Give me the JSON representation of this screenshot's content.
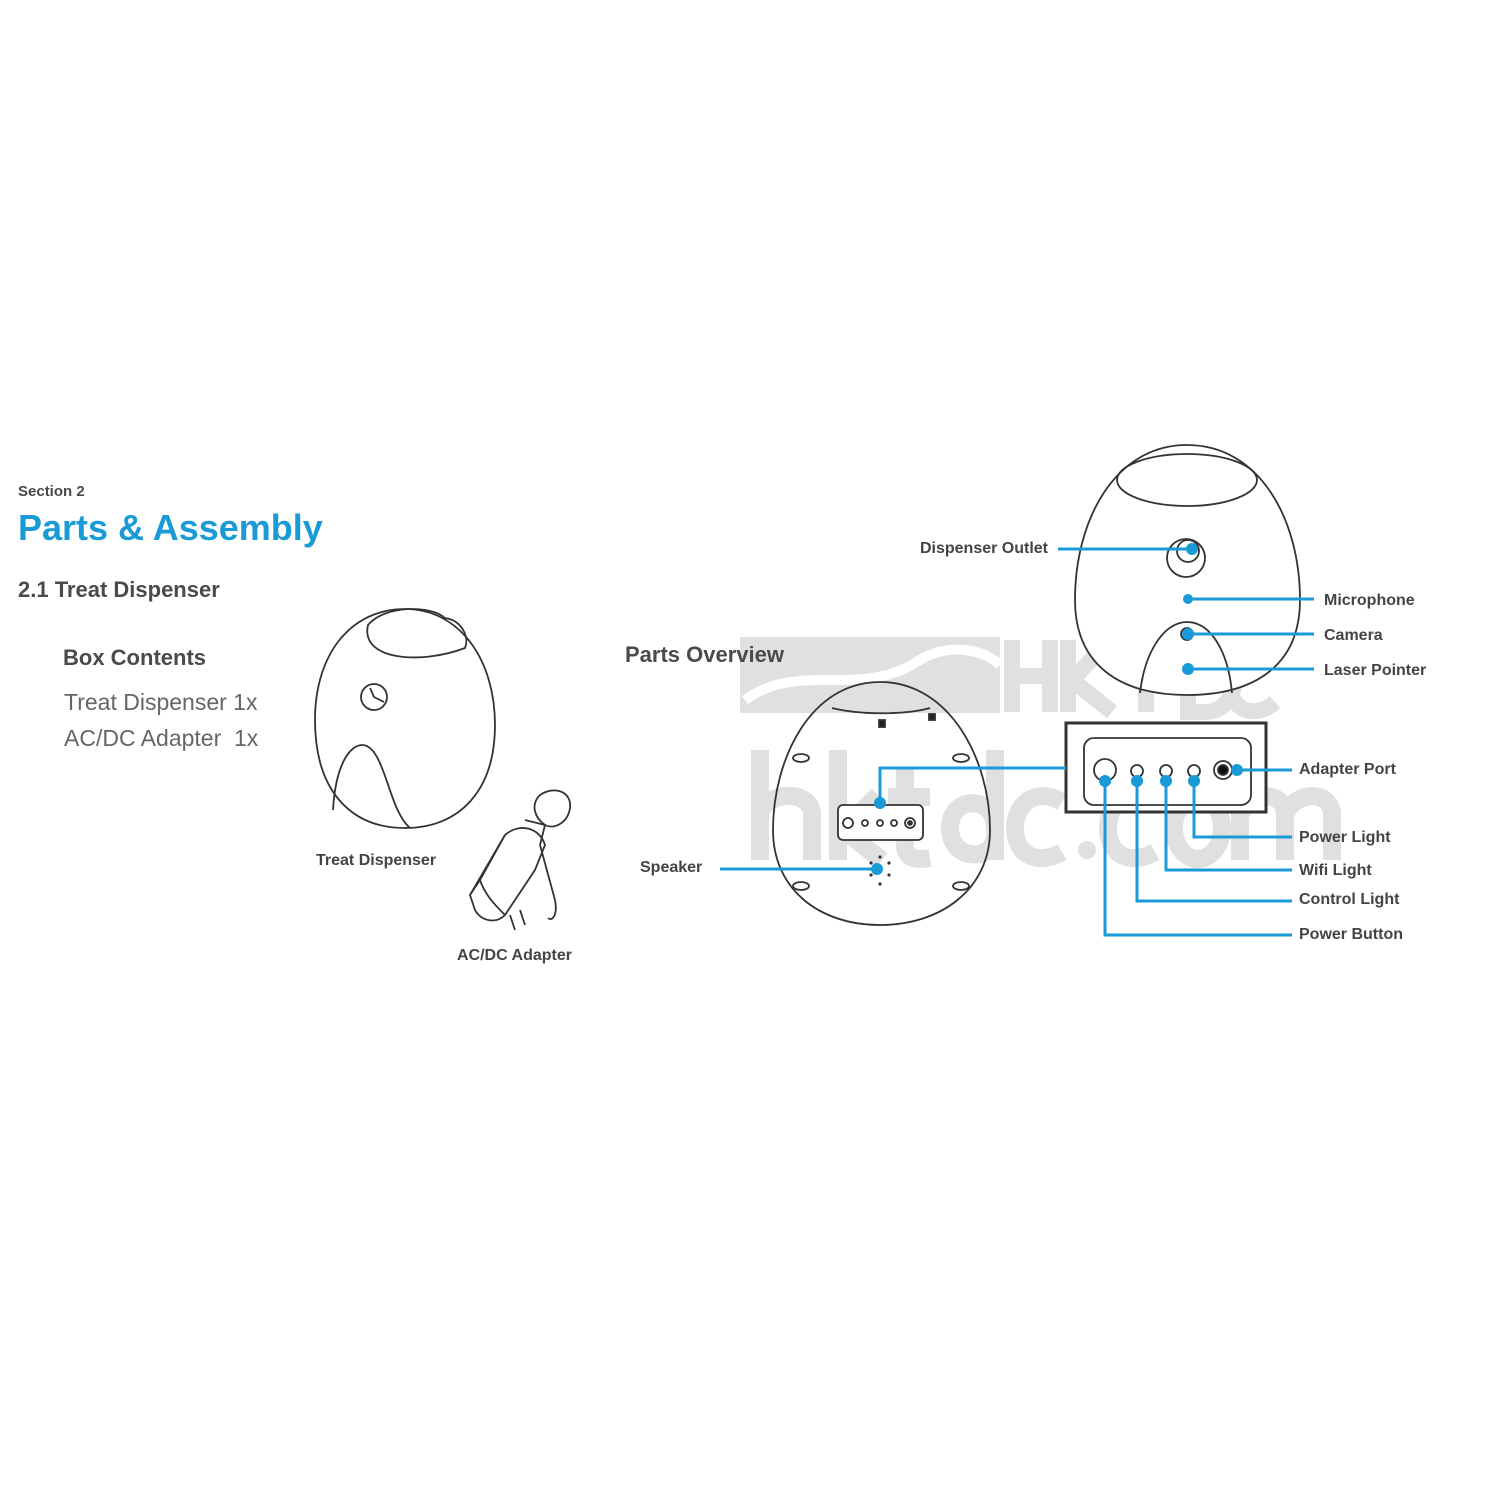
{
  "section": {
    "label": "Section 2",
    "title": "Parts & Assembly",
    "subtitle": "2.1 Treat Dispenser"
  },
  "box_contents": {
    "heading": "Box Contents",
    "items": [
      "Treat Dispenser 1x",
      "AC/DC Adapter  1x"
    ]
  },
  "captions": {
    "treat_dispenser": "Treat Dispenser",
    "adapter": "AC/DC Adapter"
  },
  "parts_overview": {
    "heading": "Parts Overview",
    "labels": {
      "dispenser_outlet": "Dispenser Outlet",
      "microphone": "Microphone",
      "camera": "Camera",
      "laser_pointer": "Laser Pointer",
      "adapter_port": "Adapter Port",
      "power_light": "Power Light",
      "wifi_light": "Wifi Light",
      "control_light": "Control Light",
      "power_button": "Power Button",
      "speaker": "Speaker"
    }
  },
  "watermark": {
    "logo": "HKTDC",
    "site": "hktdc.com"
  },
  "colors": {
    "accent": "#1a9ad6",
    "text": "#4a4a4a",
    "line": "#333333"
  }
}
